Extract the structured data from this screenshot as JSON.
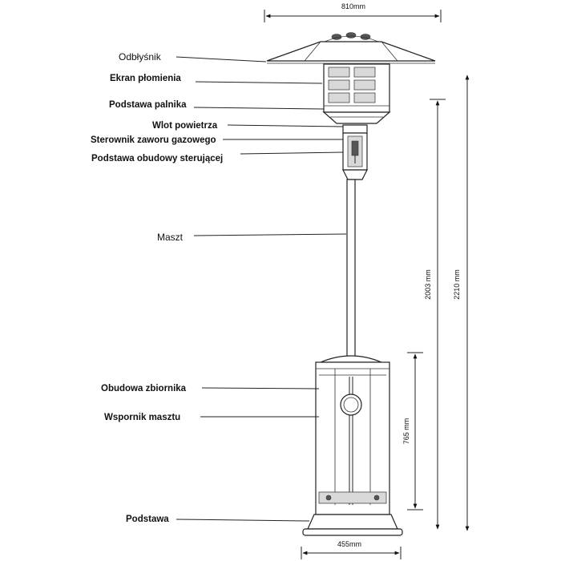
{
  "labels": {
    "reflector": "Odbłyśnik",
    "flame_screen": "Ekran płomienia",
    "burner_base": "Podstawa palnika",
    "air_inlet": "Wlot powietrza",
    "gas_valve_controller": "Sterownik zaworu gazowego",
    "control_housing_base": "Podstawa obudowy sterującej",
    "mast": "Maszt",
    "tank_housing": "Obudowa zbiornika",
    "mast_support": "Wspornik masztu",
    "base": "Podstawa"
  },
  "dimensions": {
    "reflector_width": "810mm",
    "total_height": "2210 mm",
    "burner_height": "2003 mm",
    "tank_housing_height": "765 mm",
    "base_width": "455mm"
  }
}
